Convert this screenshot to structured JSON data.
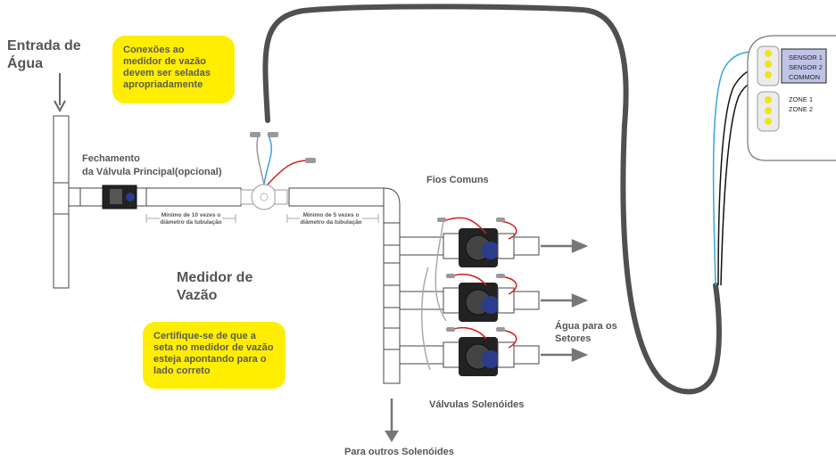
{
  "labels": {
    "water_inlet": "Entrada de Água",
    "main_valve_line1": "Fechamento",
    "main_valve_line2": "da Válvula Principal(opcional)",
    "flow_meter": "Medidor de Vazão",
    "common_wires": "Fios Comuns",
    "solenoid_valves": "Válvulas Solenóides",
    "water_to_zones": "Água para os Setores",
    "other_solenoids": "Para outros Solenóides",
    "min_10": "Mínimo de 10 vezes o diâmetro da tubulação",
    "min_5": "Mínimo de 5 vezes o diâmetro da tubulação"
  },
  "callouts": {
    "sealed": "Conexões ao medidor de vazão devem ser seladas apropriadamente",
    "arrow": "Certifique-se de que a seta no medidor de vazão esteja apontando para o lado correto"
  },
  "controller": {
    "sensor1": "SENSOR 1",
    "sensor2": "SENSOR 2",
    "common": "COMMON",
    "zone1": "ZONE 1",
    "zone2": "ZONE 2"
  },
  "colors": {
    "callout": "#ffee00",
    "cable": "#505050",
    "wire_red": "#cc2020",
    "wire_blue": "#3aa3d8",
    "terminal_yellow": "#f3e21a",
    "terminal_block": "#bfc4e6"
  }
}
